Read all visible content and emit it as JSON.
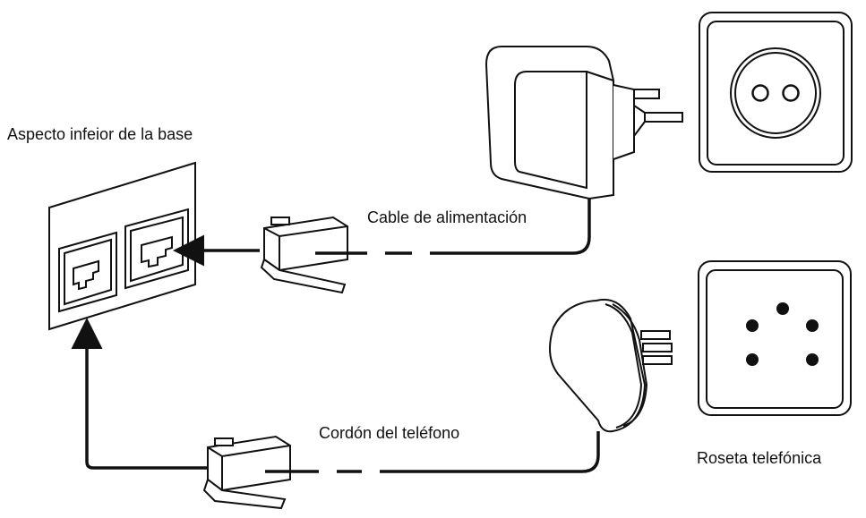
{
  "labels": {
    "base_underside": "Aspecto infeior de la base",
    "power_cable": "Cable de alimentación",
    "phone_cord": "Cordón del teléfono",
    "phone_rosette": "Roseta telefónica"
  },
  "colors": {
    "ink": "#111111",
    "wall_plate_fill": "#ffffff",
    "arrow": "#111111"
  },
  "icons": {
    "base_ports": "rj-jack-pair-icon",
    "power_adapter": "power-adapter-icon",
    "power_outlet": "power-outlet-icon",
    "phone_plug": "phone-wall-plug-icon",
    "phone_socket": "phone-wall-socket-icon",
    "connector": "rj-connector-icon"
  }
}
